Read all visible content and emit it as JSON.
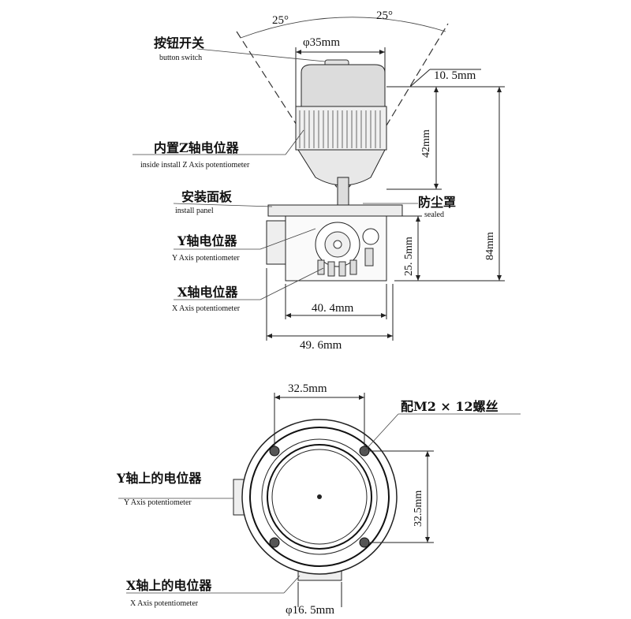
{
  "top": {
    "angle_left": "25°",
    "angle_right": "25°",
    "diameter_top": "φ35mm",
    "dim_10_5": "10. 5mm",
    "dim_42": "42mm",
    "dim_84": "84mm",
    "dim_25_5": "25. 5mm",
    "dim_40_4": "40. 4mm",
    "dim_49_6": "49. 6mm",
    "labels": {
      "button_cn": "按钮开关",
      "button_en": "button switch",
      "z_cn": "内置Z轴电位器",
      "z_en": "inside install Z Axis potentiometer",
      "panel_cn": "安装面板",
      "panel_en": "install panel",
      "dust_cn": "防尘罩",
      "dust_en": "sealed",
      "y_cn": "Y轴电位器",
      "y_en": "Y Axis potentiometer",
      "x_cn": "X轴电位器",
      "x_en": "X Axis potentiometer"
    }
  },
  "bottom": {
    "dim_width": "32.5mm",
    "dim_height": "32.5mm",
    "screw": "配M2 × 12螺丝",
    "y_cn": "Y轴上的电位器",
    "y_en": "Y Axis potentiometer",
    "x_cn": "X轴上的电位器",
    "x_en": "X Axis potentiometer",
    "diameter_bottom": "φ16. 5mm"
  }
}
